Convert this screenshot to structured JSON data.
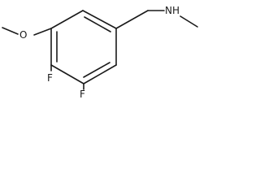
{
  "molecule": {
    "atoms": {
      "methoxy_oxygen": "O",
      "fluorine_upper": "F",
      "fluorine_lower": "F",
      "amine_nitrogen": "NH"
    }
  }
}
